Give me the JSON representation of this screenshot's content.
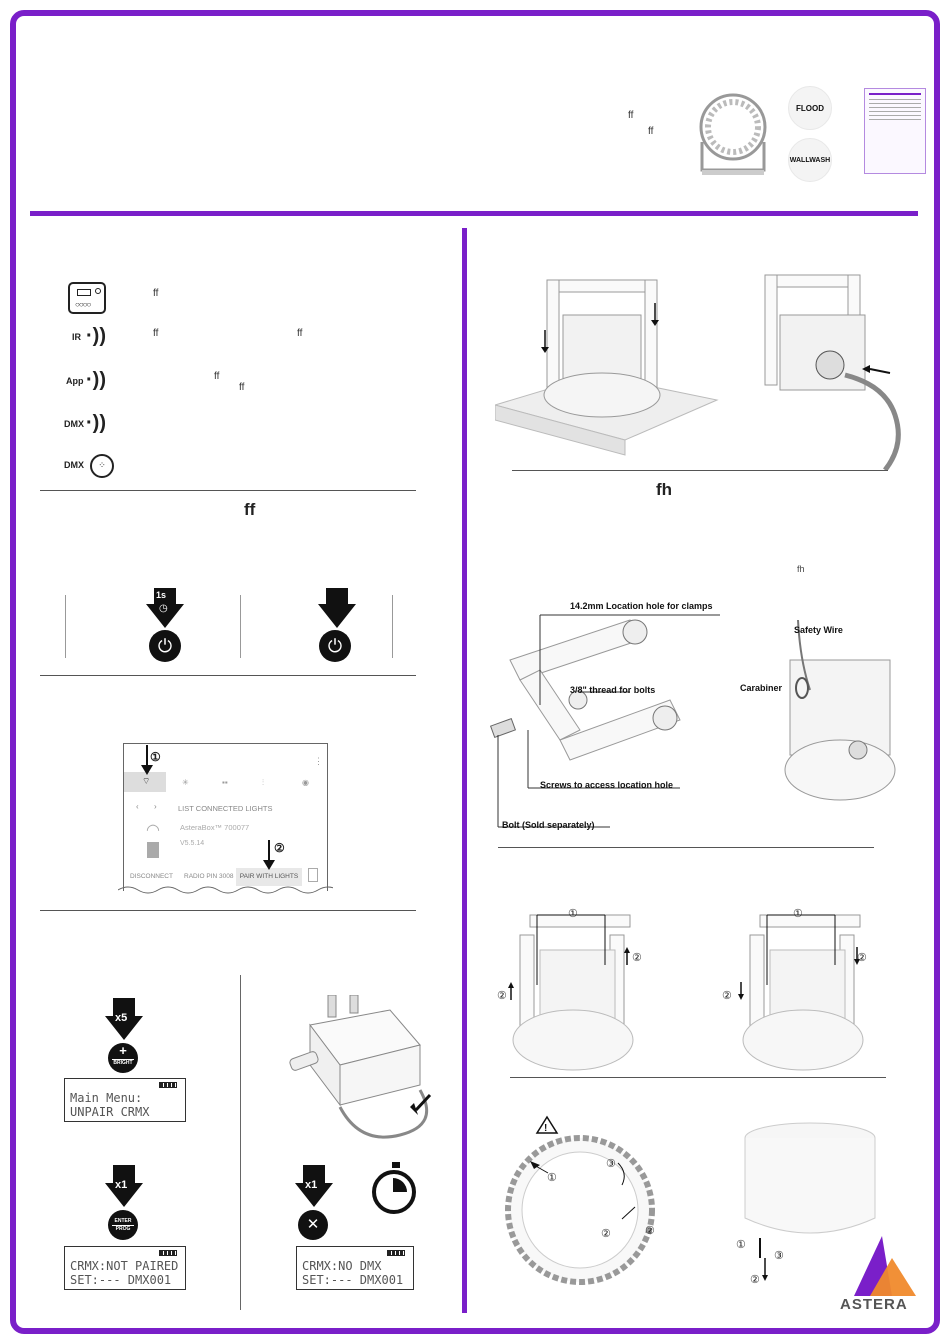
{
  "header": {
    "ff_a": "ff",
    "ff_b": "ff",
    "variant_flood": "FLOOD",
    "variant_wallwash": "WALLWASH"
  },
  "control_methods": [
    {
      "icon": "control-panel-icon",
      "desc": "ff"
    },
    {
      "icon": "ir-icon",
      "label": "IR",
      "desc_a": "ff",
      "desc_b": "ff"
    },
    {
      "icon": "app-wireless-icon",
      "label": "App",
      "desc_a": "ff",
      "desc_b": "ff"
    },
    {
      "icon": "dmx-wireless-icon",
      "label": "DMX"
    },
    {
      "icon": "dmx-xlr-icon",
      "label": "DMX"
    }
  ],
  "power": {
    "heading_lig": "ff",
    "hold_time": "1s"
  },
  "app_pairing": {
    "step1": "①",
    "step2": "②",
    "list_title": "LIST CONNECTED LIGHTS",
    "device_name": "AsteraBox™ 700077",
    "device_version": "V5.5.14",
    "disconnect": "DISCONNECT",
    "radio_pin": "RADIO PIN 3008",
    "pair_button": "PAIR WITH LIGHTS"
  },
  "crmx": {
    "press_count_bright": "x5",
    "bright_label": "BRIGHT",
    "lcd1_line1": "Main Menu:",
    "lcd1_line2": "UNPAIR CRMX",
    "press_count_enter": "x1",
    "enter_label": "ENTER",
    "prog_label": "PROG",
    "lcd2_line1": "CRMX:NOT PAIRED",
    "lcd2_line2": "SET:---  DMX001",
    "press_count_box": "x1",
    "lcd3_line1": "CRMX:NO  DMX",
    "lcd3_line2": "SET:---  DMX001"
  },
  "mounting": {
    "heading_lig": "fh",
    "small_lig": "fh",
    "location_hole": "14.2mm Location hole for clamps",
    "thread": "3/8\" thread for bolts",
    "screws": "Screws to access location hole",
    "bolt": "Bolt (Sold separately)",
    "safety_wire": "Safety Wire",
    "carabiner": "Carabiner"
  },
  "steps": {
    "c1": "①",
    "c2": "②",
    "c3": "③"
  },
  "brand": {
    "name": "ASTERA",
    "color_purple": "#7a1fc9",
    "color_orange": "#f08a2c"
  }
}
